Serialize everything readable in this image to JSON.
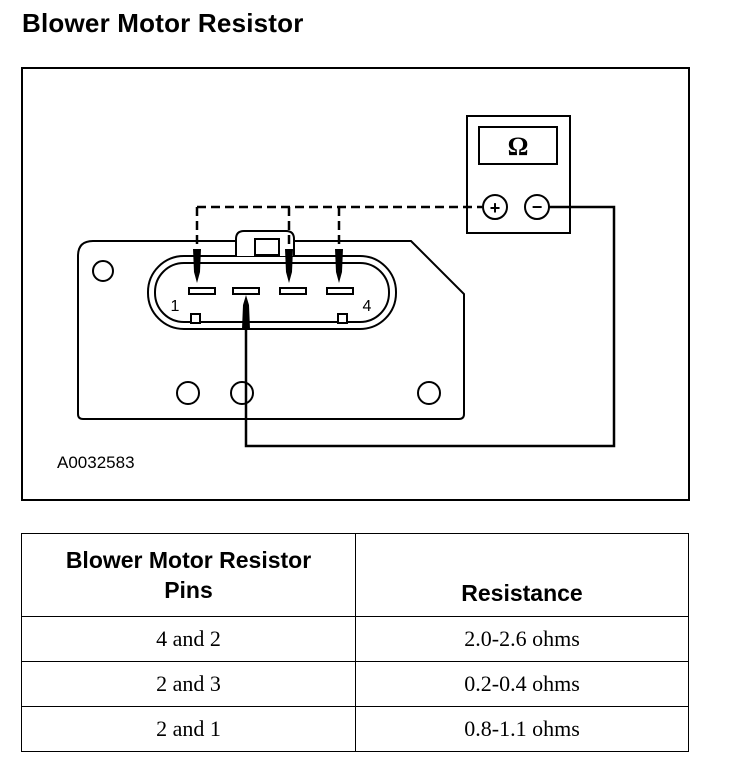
{
  "title": "Blower Motor Resistor",
  "diagram": {
    "ohmmeter_symbol": "Ω",
    "positive_terminal": "+",
    "negative_terminal": "−",
    "pin_label_left": "1",
    "pin_label_right": "4",
    "reference_code": "A0032583"
  },
  "table": {
    "headers": [
      "Blower Motor Resistor Pins",
      "Resistance"
    ],
    "header_lines": [
      "Blower Motor Resistor",
      "Pins"
    ],
    "rows": [
      {
        "pins": "4 and 2",
        "resistance": "2.0-2.6 ohms"
      },
      {
        "pins": "2 and 3",
        "resistance": "0.2-0.4 ohms"
      },
      {
        "pins": "2 and 1",
        "resistance": "0.8-1.1 ohms"
      }
    ]
  }
}
